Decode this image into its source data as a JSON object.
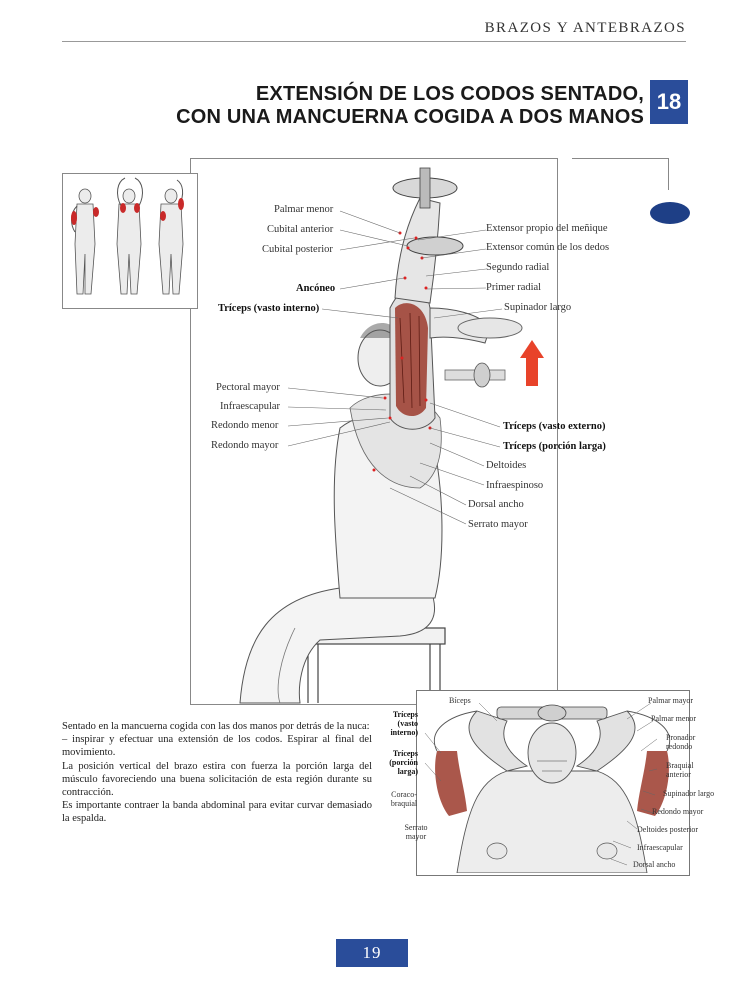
{
  "header": {
    "section": "BRAZOS Y ANTEBRAZOS",
    "title_line1": "EXTENSIÓN DE LOS CODOS SENTADO,",
    "title_line2": "CON UNA MANCUERNA COGIDA A DOS MANOS",
    "exercise_number": "18"
  },
  "main_labels": {
    "left": [
      "Palmar menor",
      "Cubital anterior",
      "Cubital posterior",
      "Ancóneo",
      "Tríceps (vasto interno)",
      "Pectoral mayor",
      "Infraescapular",
      "Redondo menor",
      "Redondo mayor"
    ],
    "right": [
      "Extensor propio del meñique",
      "Extensor común de los dedos",
      "Segundo radial",
      "Primer radial",
      "Supinador largo",
      "Tríceps (vasto externo)",
      "Tríceps (porción larga)",
      "Deltoides",
      "Infraespinoso",
      "Dorsal ancho",
      "Serrato mayor"
    ]
  },
  "inset_labels": {
    "biceps": "Bíceps",
    "triceps_vasto": "Tríceps (vasto interno)",
    "triceps_porcion": "Tríceps (porción larga)",
    "coraco": "Coraco-braquial",
    "serrato": "Serrato mayor",
    "right": [
      "Palmar mayor",
      "Palmar menor",
      "Pronador redondo",
      "Braquial anterior",
      "Supinador largo",
      "Redondo mayor",
      "Deltoides posterior",
      "Infraescapular",
      "Dorsal ancho"
    ]
  },
  "description": {
    "p1": "Sentado en la mancuerna cogida con las dos manos por detrás de la nuca:",
    "p2": "– inspirar y efectuar una extensión de los codos. Espirar al final del movimiento.",
    "p3": "La posición vertical del brazo estira con fuerza la porción larga del músculo favoreciendo una buena solicitación de esta región durante su contracción.",
    "p4": "Es importante contraer la banda abdominal para evitar curvar demasiado la espalda."
  },
  "page_number": "19",
  "colors": {
    "accent_blue": "#2a4d9a",
    "arrow_red": "#e8432a",
    "muscle_red": "#9b3a2c"
  }
}
